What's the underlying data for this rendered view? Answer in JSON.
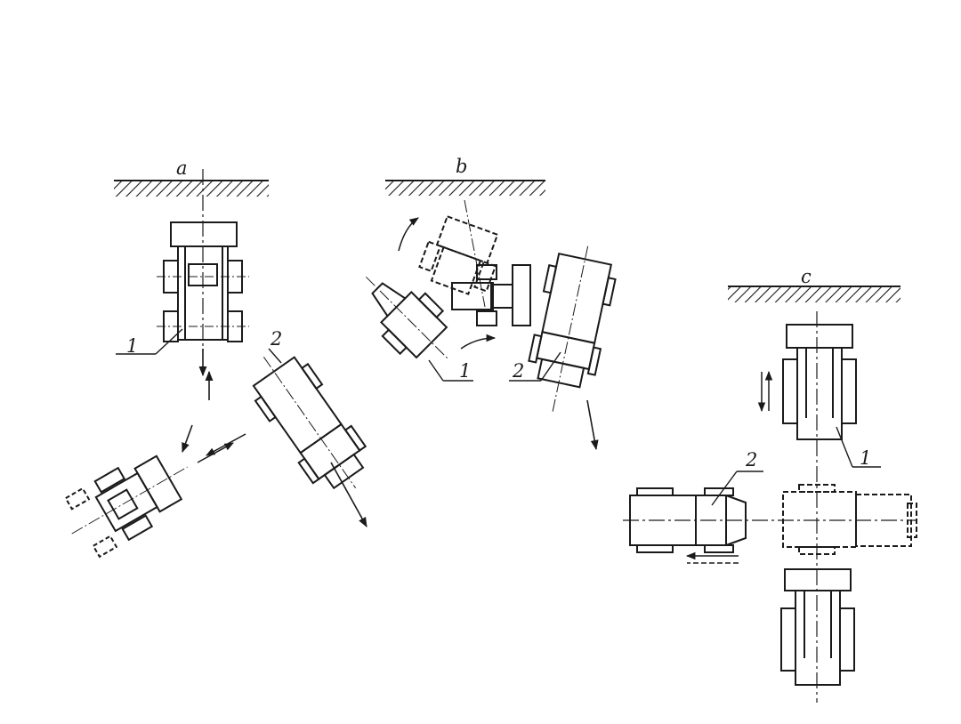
{
  "panels": [
    {
      "id": "a",
      "letter": "a",
      "labels": [
        "1",
        "2"
      ]
    },
    {
      "id": "b",
      "letter": "b",
      "labels": [
        "1",
        "2"
      ]
    },
    {
      "id": "c",
      "letter": "c",
      "labels": [
        "1",
        "2"
      ]
    }
  ],
  "colors": {
    "ink": "#1a1a1a",
    "paper": "#ffffff"
  }
}
